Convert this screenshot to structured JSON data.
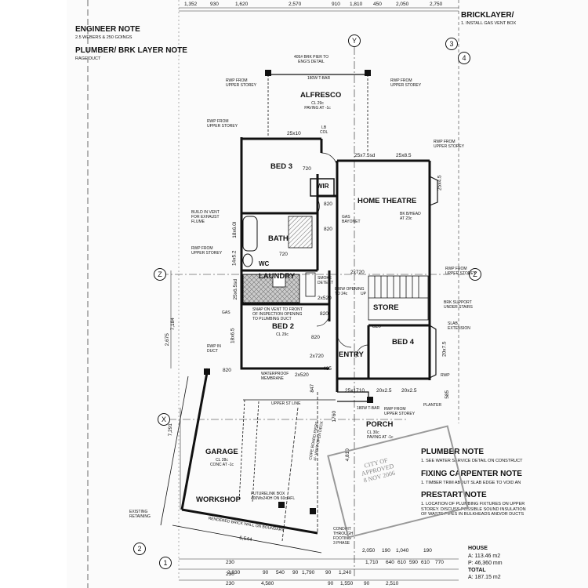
{
  "notes": {
    "engineer": {
      "title": "ENGINEER NOTE",
      "body": "2.5 WEBERS & 250 GOINGS"
    },
    "plumber_brk": {
      "title": "PLUMBER/ BRK LAYER NOTE",
      "body": "RAGE DUCT"
    },
    "bricklayer": {
      "title": "BRICKLAYER/",
      "body": "1. INSTALL GAS VENT BOX"
    },
    "plumber": {
      "title": "PLUMBER NOTE",
      "body": "1. SEE WATER SERVICE DETAIL ON CONSTRUCT"
    },
    "fixing": {
      "title": "FIXING CARPENTER NOTE",
      "body": "1. TIMBER TRIM ABOUT SLAB EDGE TO VOID AN"
    },
    "prestart": {
      "title": "PRESTART NOTE",
      "body": "1. LOCATION OF PLUMBING FIXTURES ON UPPER STOREY. DISCUSS POSSIBLE SOUND INSULATION OF WASTE PIPES IN BULKHEADS AND/OR DUCTS"
    }
  },
  "rooms": {
    "alfresco": {
      "name": "ALFRESCO",
      "sub": "CL 29c\nPAVING AT -1c"
    },
    "bed3": {
      "name": "BED 3"
    },
    "wir": {
      "name": "WIR"
    },
    "home_theatre": {
      "name": "HOME THEATRE"
    },
    "bath": {
      "name": "BATH"
    },
    "wc": {
      "name": "WC"
    },
    "laundry": {
      "name": "LAUNDRY"
    },
    "store": {
      "name": "STORE"
    },
    "bed2": {
      "name": "BED 2",
      "sub": "CL 29c"
    },
    "entry": {
      "name": "ENTRY"
    },
    "bed4": {
      "name": "BED 4"
    },
    "porch": {
      "name": "PORCH",
      "sub": "CL 30c\nPAVING AT -1c"
    },
    "garage": {
      "name": "GARAGE",
      "sub": "CL 28c\nCONC AT -1c"
    },
    "workshop": {
      "name": "WORKSHOP"
    }
  },
  "annotations": {
    "brk_pier": "405# BRK PIER TO\nENG'S DETAIL",
    "tbar180": "180W T-BAR",
    "rwp_upper": "RWP FROM\nUPPER STOREY",
    "lb_col": "LB\nCOL",
    "exhaust": "BUILD IN VENT\nFOR EXHAUST\nFLUME",
    "gas_bayonet": "GAS\nBAYONET",
    "bk_bhead": "BK B/HEAD\nAT 23c",
    "smoke": "SMOKE\nDETECT",
    "opening": "800W OPENING\nTO 24c",
    "snap_vent": "SNAP ON VENT TO FRONT\nOF INSPECTION OPENING\nTO PLUMBING DUCT",
    "gas": "GAS",
    "brk_support": "BRK SUPPORT\nUNDER STAIRS",
    "slab_ext": "SLAB\nEXTENSION",
    "rwp": "RWP",
    "rwp_duct": "RWP IN\nDUCT",
    "waterproof": "WATERPROOF\nMEMBRANE",
    "upper_st": "UPPER ST LINE",
    "planter": "PLANTER",
    "tbar": "180W T-BAR",
    "futurelink": "FUTURELINK BOX\n400Wx240H ON 60c AFL",
    "retaining": "EXISTING\nRETAINING",
    "rendered_wall": "RENDERED BRICK WALL ON BOUNDARY",
    "conduit": "CONDUIT\nTHROUGH\nFOOTING\n3 PHASE",
    "up": "UP",
    "cope": "COPE BOARD PIERS\n4/- VENT OPEN DECK",
    "stamp": "CITY OF\nAPPROVED\n8 NOV 2006"
  },
  "dims": {
    "d25x10": "25x10",
    "d25x7": "25x7.5sd",
    "d25x85": "25x8.5",
    "d720a": "720",
    "d820a": "820",
    "d820b": "820",
    "d720b": "720",
    "d25x5": "25x4.5",
    "d18x6": "18x6.0l",
    "d14x5": "14x5.2",
    "d25x6": "25x6.5sd",
    "d2x720": "2x720",
    "d2x520": "2x520",
    "d820c": "820",
    "d820d": "820",
    "d2x720b": "2x720",
    "d18x6b": "18x6.5",
    "d820e": "820",
    "d820f": "820",
    "d465": "465",
    "d847": "847",
    "d25x17": "25x1710",
    "d20x25a": "20x2.5",
    "d20x25b": "20x2.5",
    "d20x75": "20x7.5",
    "d585": "585",
    "d2x520b": "2x520",
    "d1760": "1760",
    "d725": "7,291",
    "d4810": "4,810",
    "d6544": "6,544",
    "d7184": "7,184",
    "d2675": "2,675"
  },
  "bottom_dims": {
    "row1": [
      "2,930",
      "90",
      "540",
      "90",
      "1,790",
      "90",
      "1,240"
    ],
    "row2": [
      "1,710",
      "640",
      "610",
      "590",
      "610",
      "770"
    ],
    "row3": [
      "4,580",
      "90",
      "1,550",
      "90",
      "2,510"
    ],
    "row0": [
      "2,050",
      "190",
      "1,040",
      "190"
    ],
    "left": [
      "230",
      "230",
      "230"
    ]
  },
  "top_dims": [
    "1,352",
    "930",
    "1,620",
    "2,570",
    "910",
    "1,810",
    "450",
    "2,050",
    "2,750"
  ],
  "grid_markers": {
    "y": "Y",
    "z": "Z",
    "x": "X",
    "n2": "2",
    "n1": "1",
    "n3": "3",
    "n4": "4"
  },
  "area": {
    "house_label": "HOUSE",
    "house_a": "A: 113.46 m2",
    "house_p": "P: 46,360 mm",
    "total_label": "TOTAL",
    "total_a": "A: 187.15 m2"
  }
}
